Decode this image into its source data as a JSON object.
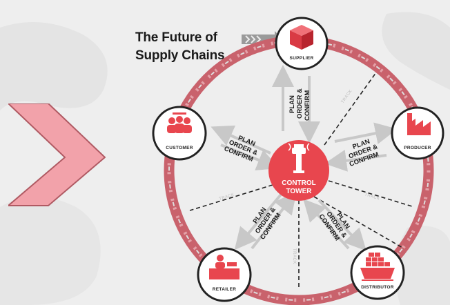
{
  "title": {
    "line1": "The Future of",
    "line2": "Supply Chains"
  },
  "center": {
    "line1": "CONTROL",
    "line2": "TOWER",
    "icon": "control-tower-icon",
    "color": "#e8464e"
  },
  "nodes": {
    "supplier": {
      "label": "SUPPLIER",
      "icon": "box-icon"
    },
    "producer": {
      "label": "PRODUCER",
      "icon": "factory-icon"
    },
    "distributor": {
      "label": "DISTRIBUTOR",
      "icon": "ship-icon"
    },
    "retailer": {
      "label": "RETAILER",
      "icon": "shop-counter-icon"
    },
    "customer": {
      "label": "CUSTOMER",
      "icon": "people-icon"
    }
  },
  "flows": {
    "plan": "PLAN",
    "order": "ORDER &",
    "confirm": "CONFIRM"
  },
  "track_label": "TRACK",
  "colors": {
    "accent": "#e8464e",
    "ring": "#c9626c",
    "chevron": "#f2a2aa",
    "arrows": "#c8c8c8"
  }
}
